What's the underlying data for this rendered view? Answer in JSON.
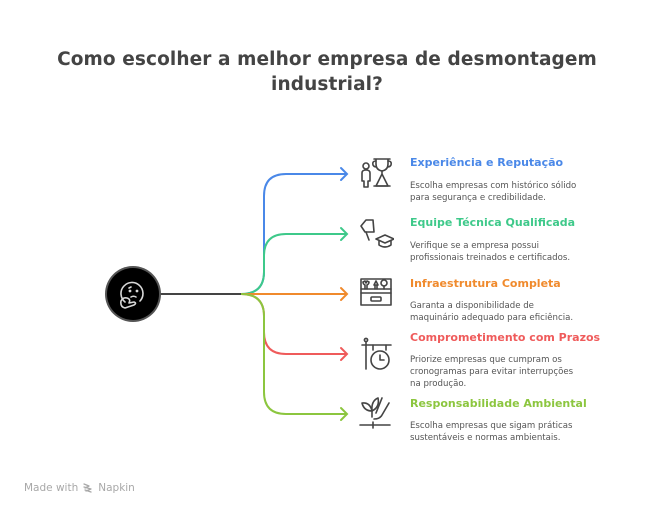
{
  "title": {
    "line1": "Como escolher a melhor empresa de desmontagem",
    "line2": "industrial?"
  },
  "hub": {
    "icon": "thinking-face-icon"
  },
  "items": [
    {
      "title": "Experiência e Reputação",
      "description": [
        "Escolha empresas com histórico sólido",
        "para segurança e credibilidade."
      ],
      "color": "#4a88e8",
      "icon": "person-trophy-icon"
    },
    {
      "title": "Equipe Técnica Qualificada",
      "description": [
        "Verifique se a empresa possui",
        "profissionais treinados e certificados."
      ],
      "color": "#3ec98a",
      "icon": "flag-graduation-cap-icon"
    },
    {
      "title": "Infraestrutura Completa",
      "description": [
        "Garanta a disponibilidade de",
        "maquinário adequado para eficiência."
      ],
      "color": "#f08a2c",
      "icon": "toolbox-icon"
    },
    {
      "title": "Comprometimento com Prazos",
      "description": [
        "Priorize empresas que cumpram os",
        "cronogramas para evitar interrupções",
        "na produção."
      ],
      "color": "#ef5b5b",
      "icon": "hanging-clock-icon"
    },
    {
      "title": "Responsabilidade Ambiental",
      "description": [
        "Escolha empresas que sigam práticas",
        "sustentáveis e normas ambientais."
      ],
      "color": "#8cc63f",
      "icon": "hand-plant-icon"
    }
  ],
  "footer": {
    "made_with": "Made with",
    "brand": "Napkin"
  }
}
